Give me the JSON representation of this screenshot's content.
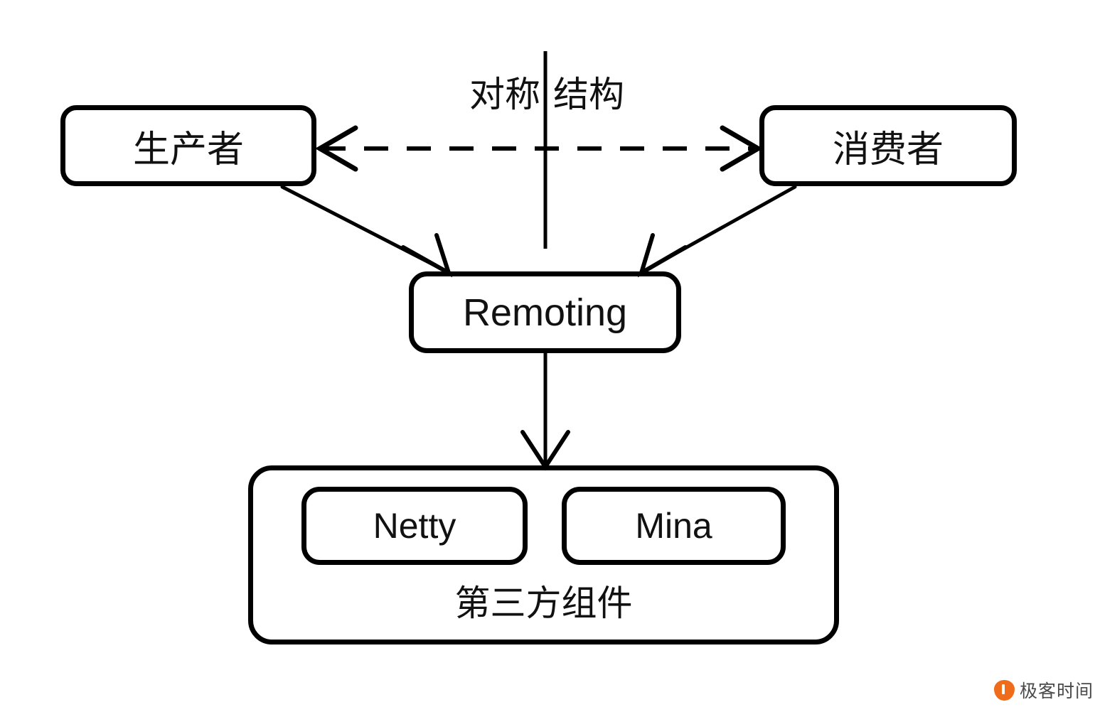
{
  "diagram": {
    "title_text": "对称结构",
    "symmetry_label": {
      "left": "对称",
      "right": "结构"
    },
    "nodes": {
      "producer": {
        "label": "生产者"
      },
      "consumer": {
        "label": "消费者"
      },
      "remoting": {
        "label": "Remoting"
      },
      "third_party": {
        "label": "第三方组件"
      },
      "netty": {
        "label": "Netty"
      },
      "mina": {
        "label": "Mina"
      }
    },
    "edges": [
      {
        "name": "producer-consumer",
        "style": "dashed",
        "arrows": "both"
      },
      {
        "name": "producer-remoting",
        "style": "solid",
        "arrows": "to-remoting"
      },
      {
        "name": "consumer-remoting",
        "style": "solid",
        "arrows": "to-remoting"
      },
      {
        "name": "remoting-third-party",
        "style": "solid",
        "arrows": "to-third-party"
      }
    ],
    "colors": {
      "stroke": "#000000",
      "background": "#ffffff",
      "text": "#111111",
      "watermark_accent": "#ef6c1a",
      "watermark_text": "#4a4a4a"
    }
  },
  "watermark": {
    "text": "极客时间",
    "icon": "geektime-logo-icon"
  }
}
